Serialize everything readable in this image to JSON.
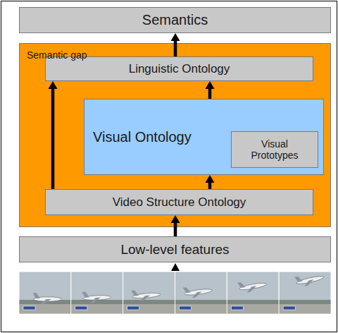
{
  "diagram": {
    "nodes": [
      {
        "text": [
          "Semantics"
        ]
      },
      {
        "text": [
          "Semantic gap"
        ]
      },
      {
        "text": [
          "Linguistic Ontology"
        ],
        "in": 1
      },
      {
        "text": [
          "Visual Ontology"
        ],
        "in": 1
      },
      {
        "text": [
          "Visual Prototypes"
        ],
        "in": 3
      },
      {
        "text": [
          "Video Structure Ontology"
        ],
        "in": 1
      },
      {
        "text": [
          "Low-level features"
        ]
      }
    ],
    "edges": [
      {
        "from": 6,
        "to": 5,
        "arrow": "to"
      },
      {
        "from": 5,
        "to": 3,
        "arrow": "to"
      },
      {
        "from": 5,
        "to": 2,
        "arrow": "to"
      },
      {
        "from": 3,
        "to": 2,
        "arrow": "to"
      },
      {
        "from": 2,
        "to": 0,
        "arrow": "to"
      }
    ]
  }
}
